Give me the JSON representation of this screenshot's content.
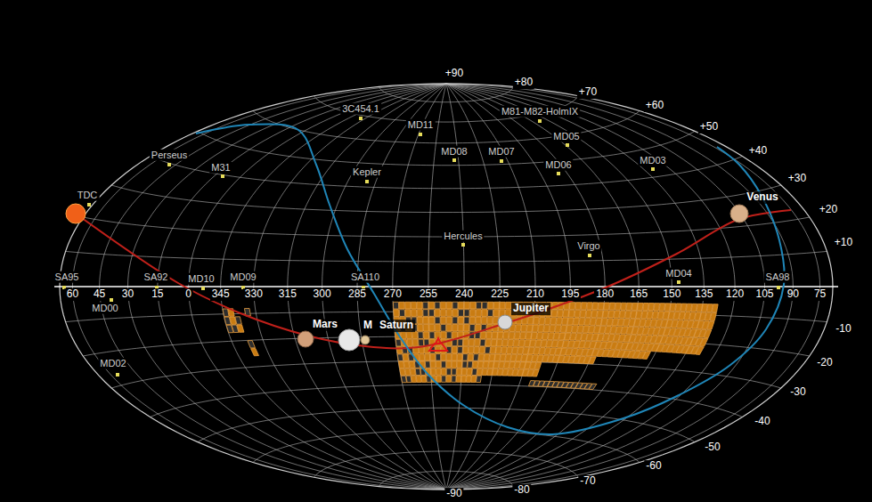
{
  "diagram": {
    "labels": [
      "+90",
      "+80",
      "+70",
      "+60",
      "+50",
      "+40",
      "+30",
      "+20",
      "+10",
      "-10",
      "-20",
      "-30",
      "-40",
      "-50",
      "-60",
      "-70",
      "-80",
      "-90",
      "60",
      "45",
      "30",
      "15",
      "0",
      "345",
      "330",
      "315",
      "300",
      "285",
      "270",
      "255",
      "240",
      "225",
      "210",
      "195",
      "180",
      "165",
      "150",
      "135",
      "120",
      "105",
      "90",
      "75",
      "3C454.1",
      "MD11",
      "M81-M82-HolmIX",
      "MD05",
      "MD08",
      "MD07",
      "MD06",
      "MD03",
      "Perseus",
      "M31",
      "Kepler",
      "TDC",
      "Hercules",
      "Virgo",
      "SA95",
      "SA92",
      "MD10",
      "MD09",
      "SA110",
      "MD04",
      "SA98",
      "MD00",
      "MD02",
      "Venus",
      "Mars",
      "M",
      "Saturn",
      "Jupiter"
    ]
  }
}
